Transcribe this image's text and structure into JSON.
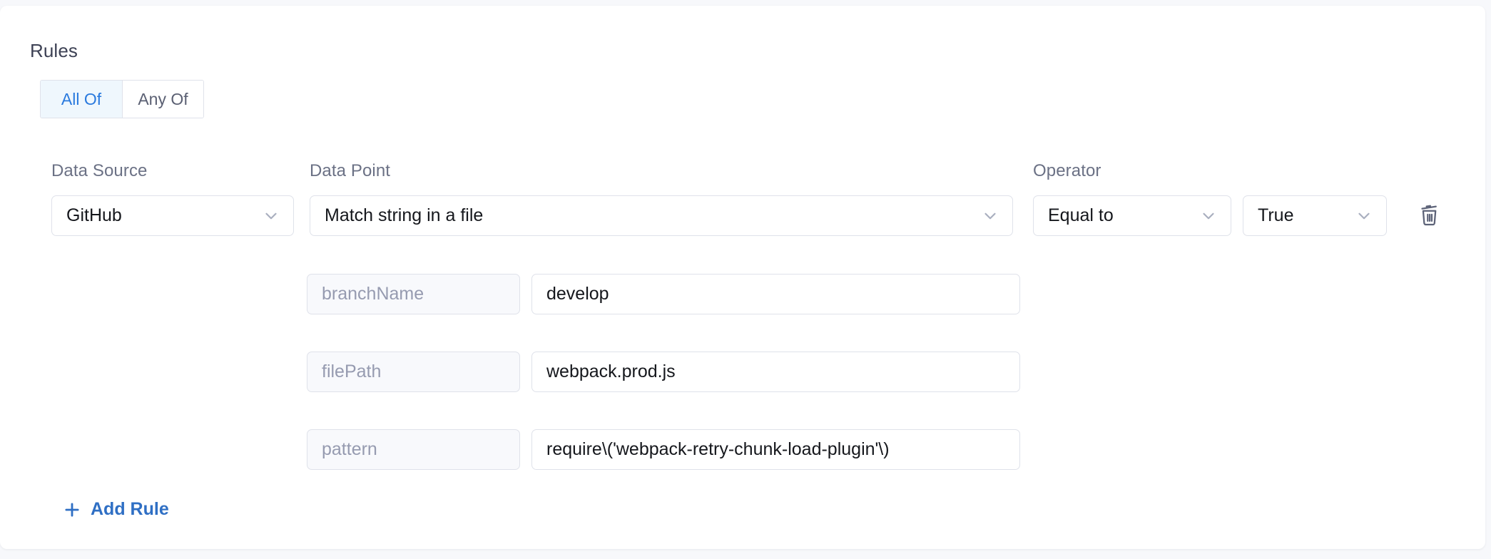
{
  "section": {
    "title": "Rules"
  },
  "match_toggle": {
    "options": [
      {
        "label": "All Of",
        "active": true
      },
      {
        "label": "Any Of",
        "active": false
      }
    ]
  },
  "columns": {
    "data_source_label": "Data Source",
    "data_point_label": "Data Point",
    "operator_label": "Operator"
  },
  "rule": {
    "data_source": "GitHub",
    "data_point": "Match string in a file",
    "operator": "Equal to",
    "value": "True",
    "delete_icon": "trash-icon",
    "chevron_icon": "chevron-down-icon",
    "parameters": [
      {
        "key": "branchName",
        "value": "develop"
      },
      {
        "key": "filePath",
        "value": "webpack.prod.js"
      },
      {
        "key": "pattern",
        "value": "require\\('webpack-retry-chunk-load-plugin'\\)"
      }
    ]
  },
  "actions": {
    "add_rule_label": "Add Rule",
    "add_rule_icon": "plus-icon"
  },
  "colors": {
    "accent_blue": "#2a7ade",
    "link_blue": "#2f6fc4",
    "active_tab_bg": "#eff7fd",
    "border": "#dfe2ea",
    "label_text": "#6b7185",
    "disabled_text": "#969bb0",
    "page_bg": "#f7f8fb",
    "card_bg": "#ffffff"
  }
}
